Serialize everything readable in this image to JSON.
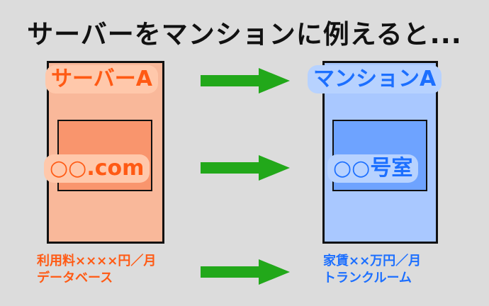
{
  "title": "サーバーをマンションに例えると...",
  "left": {
    "name": "サーバーA",
    "content": "○○.com",
    "notes": [
      "利用料××××円／月",
      "データベース"
    ]
  },
  "right": {
    "name": "マンションA",
    "content": "○○号室",
    "notes": [
      "家賃××万円／月",
      "トランクルーム"
    ]
  },
  "colors": {
    "background": "#dcdcdc",
    "server_fill": "#f9b89a",
    "server_inner": "#f9956d",
    "server_text": "#ff5a14",
    "mansion_fill": "#a9c8ff",
    "mansion_inner": "#6ea3ff",
    "mansion_text": "#1c6fff",
    "arrow": "#22a81a"
  }
}
